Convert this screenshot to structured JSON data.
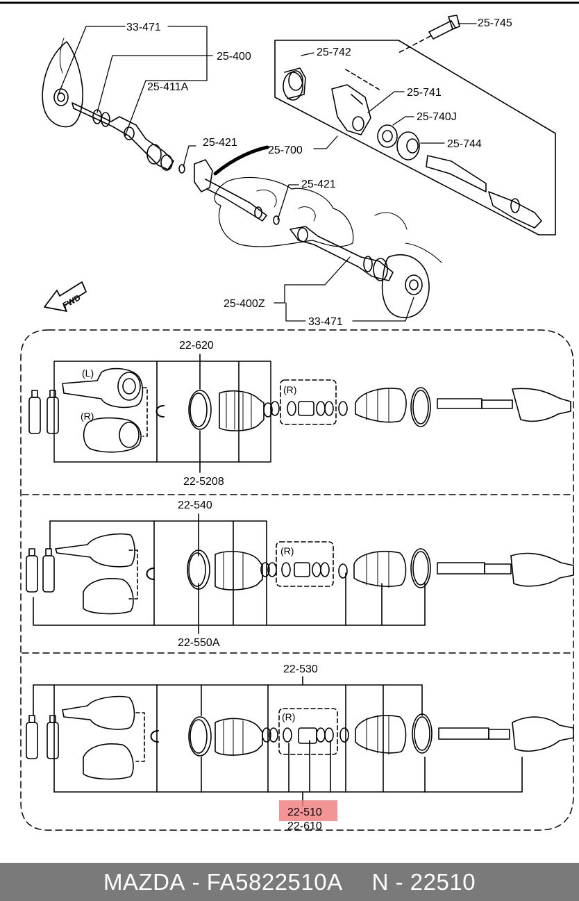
{
  "callouts": {
    "top": {
      "c33471a": "33-471",
      "c25400": "25-400",
      "c25411a": "25-411A",
      "c25421a": "25-421",
      "c25700": "25-700",
      "c25421b": "25-421",
      "c25400z": "25-400Z",
      "c33471b": "33-471",
      "c25745": "25-745",
      "c25742": "25-742",
      "c25741": "25-741",
      "c25740j": "25-740J",
      "c25744": "25-744",
      "fwd": "FWD"
    },
    "panel1": {
      "top": "22-620",
      "bottom": "22-5208",
      "left_tag": "(L)",
      "right_tag": "(R)",
      "r_tag": "(R)"
    },
    "panel2": {
      "top": "22-540",
      "bottom": "22-550A",
      "r_tag": "(R)"
    },
    "panel3": {
      "top": "22-530",
      "bottom_highlight": "22-510",
      "bottom": "22-610",
      "r_tag": "(R)"
    }
  },
  "highlight_color": "#f07b7b",
  "footer": {
    "brand": "MAZDA",
    "separator": "-",
    "part_number": "FA5822510A",
    "ref_prefix": "N",
    "ref_number": "22510"
  }
}
